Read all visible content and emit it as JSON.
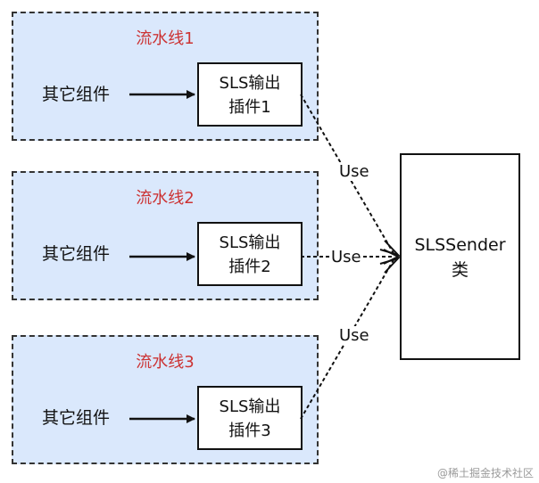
{
  "pipelines": [
    {
      "title": "流水线1",
      "component": "其它组件",
      "plugin_line1": "SLS输出",
      "plugin_line2": "插件1"
    },
    {
      "title": "流水线2",
      "component": "其它组件",
      "plugin_line1": "SLS输出",
      "plugin_line2": "插件2"
    },
    {
      "title": "流水线3",
      "component": "其它组件",
      "plugin_line1": "SLS输出",
      "plugin_line2": "插件3"
    }
  ],
  "sender": {
    "line1": "SLSSender",
    "line2": "类"
  },
  "relations": {
    "use1": "Use",
    "use2": "Use",
    "use3": "Use"
  },
  "watermark": "@稀土掘金技术社区"
}
